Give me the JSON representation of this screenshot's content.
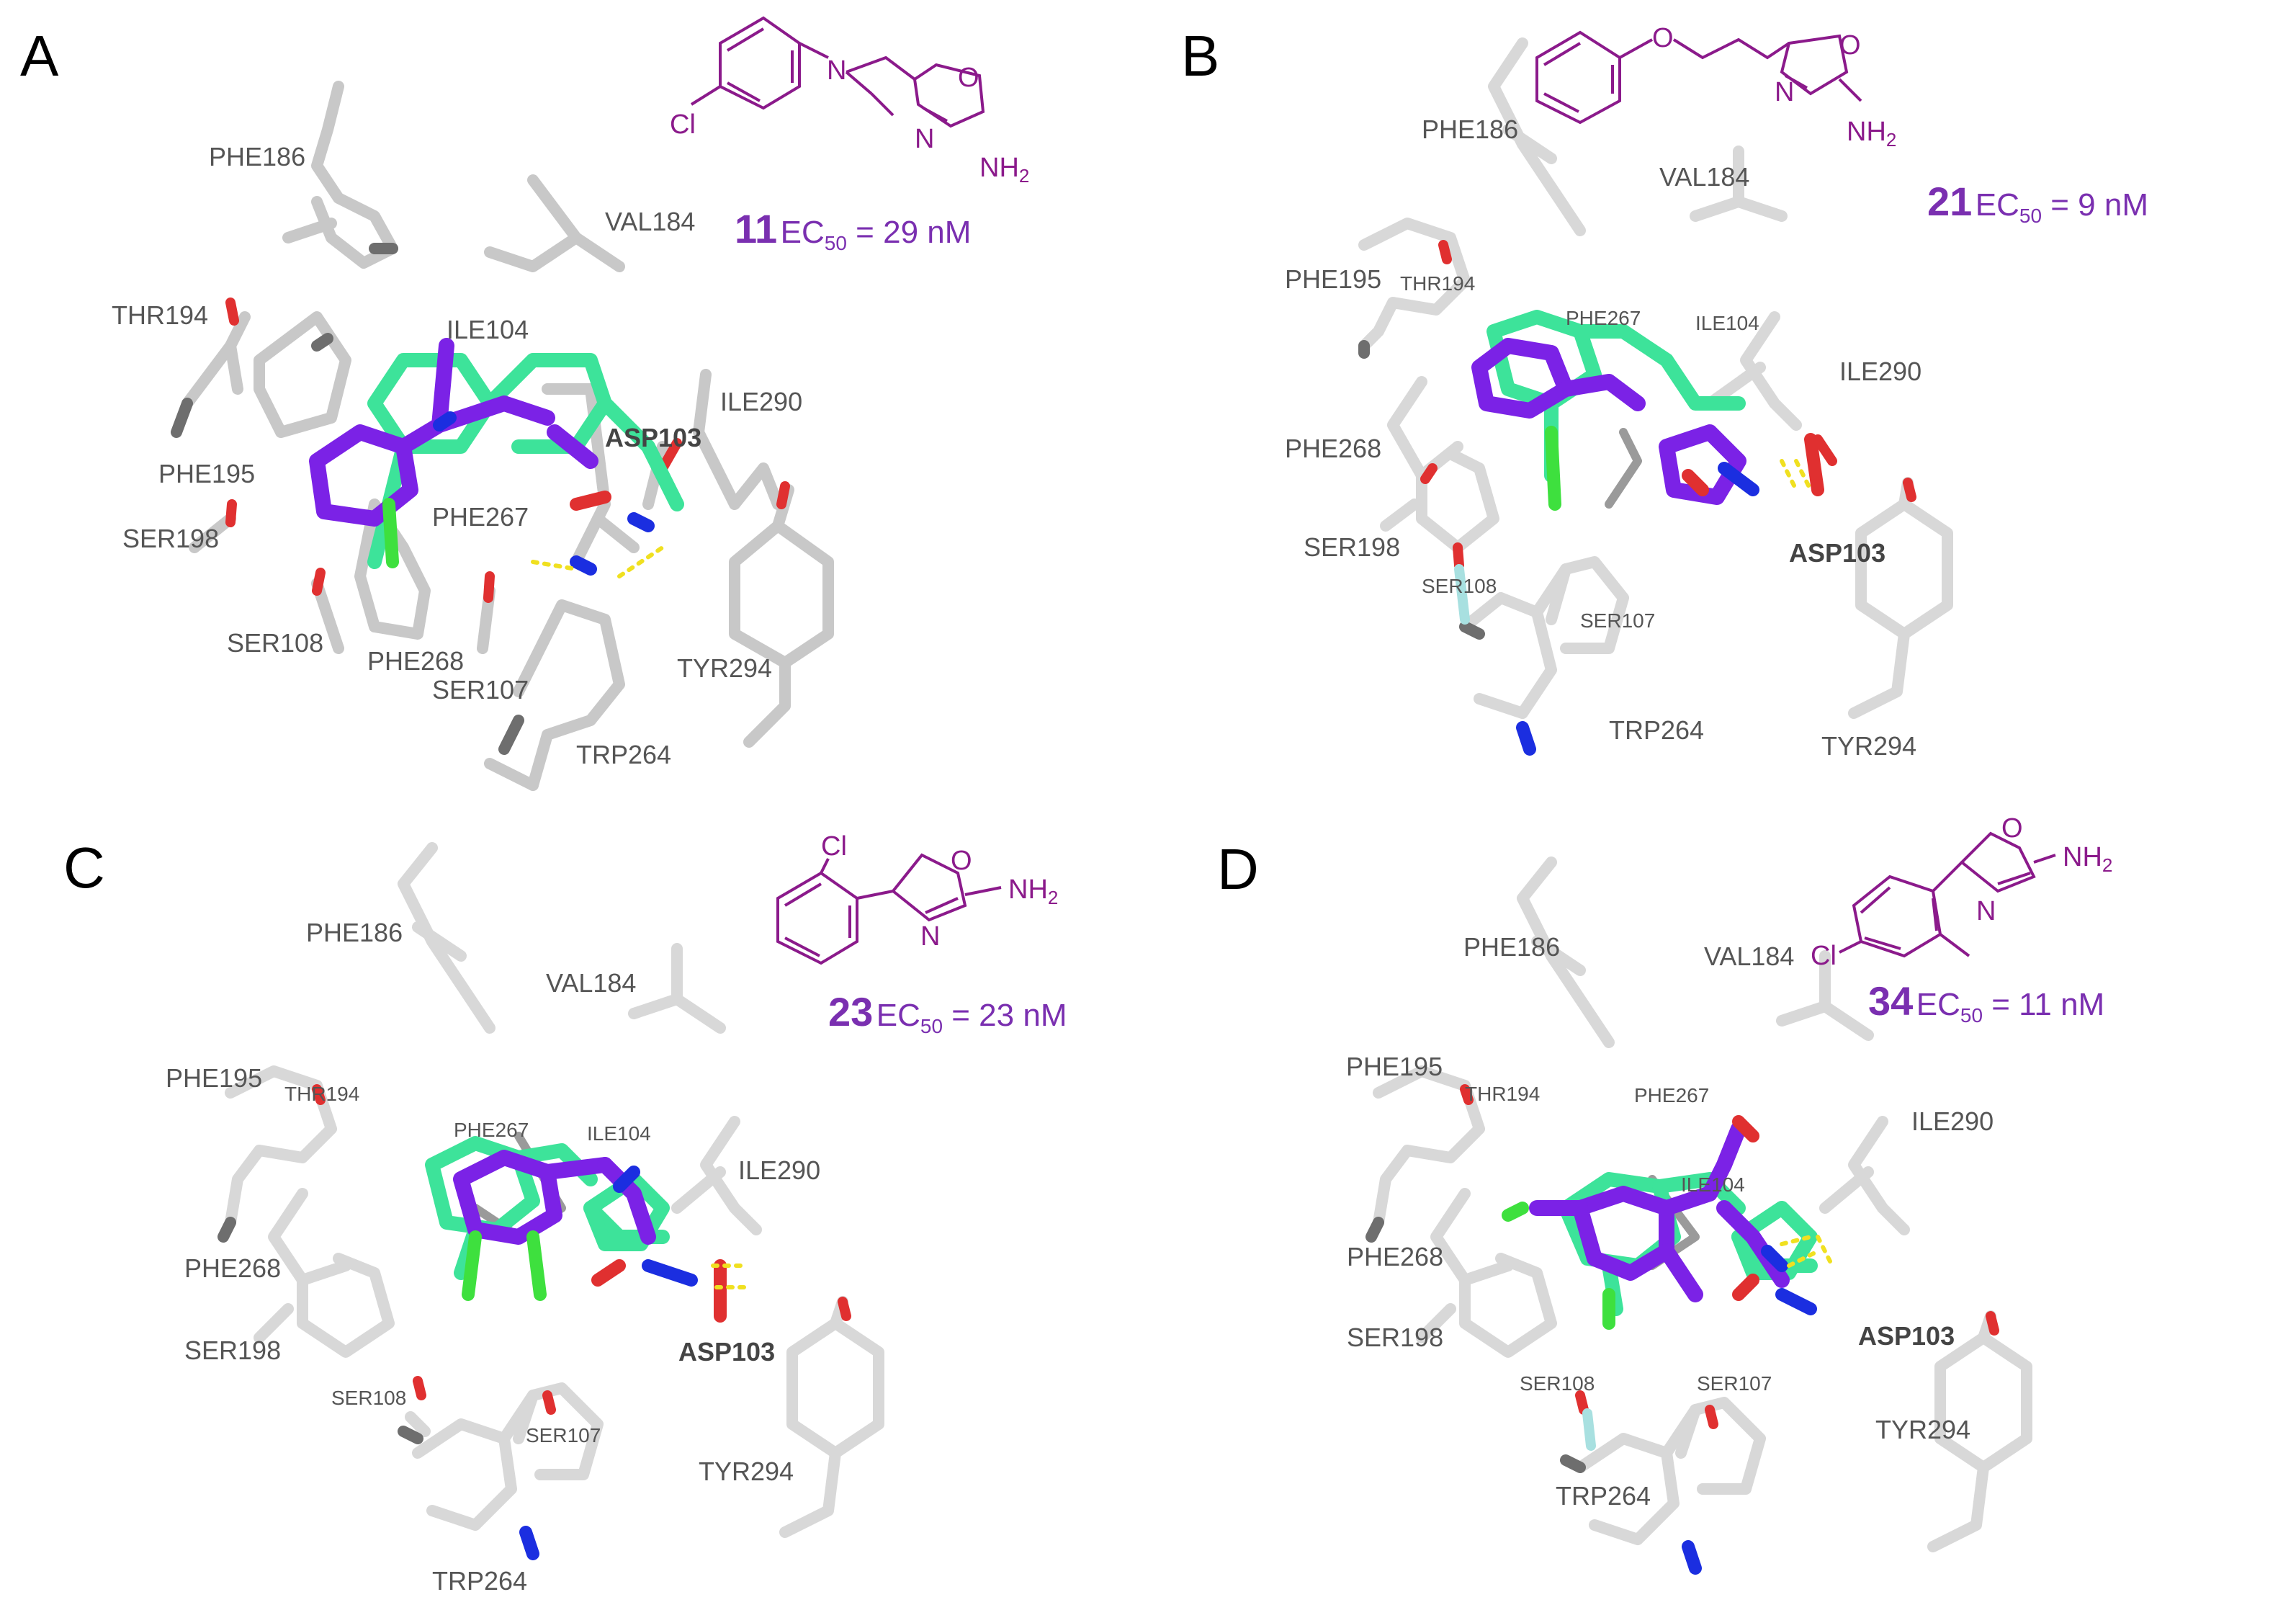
{
  "panels": [
    {
      "label": "A",
      "compound": {
        "number": "11",
        "ec_prefix": "EC",
        "ec_sub": "50",
        "ec_value": "= 29 nM"
      },
      "atoms": {
        "cl": "Cl",
        "n": "N",
        "o": "O",
        "n2": "N",
        "nh2": "NH",
        "nh2_sub": "2"
      },
      "residues": {
        "phe186": "PHE186",
        "val184": "VAL184",
        "thr194": "THR194",
        "ile104": "ILE104",
        "asp103": "ASP103",
        "ile290": "ILE290",
        "phe195": "PHE195",
        "phe267": "PHE267",
        "ser198": "SER198",
        "ser108": "SER108",
        "phe268": "PHE268",
        "ser107": "SER107",
        "tyr294": "TYR294",
        "trp264": "TRP264"
      }
    },
    {
      "label": "B",
      "compound": {
        "number": "21",
        "ec_prefix": "EC",
        "ec_sub": "50",
        "ec_value": "= 9 nM"
      },
      "atoms": {
        "o": "O",
        "o2": "O",
        "n": "N",
        "nh2": "NH",
        "nh2_sub": "2"
      },
      "residues": {
        "phe186": "PHE186",
        "val184": "VAL184",
        "phe195": "PHE195",
        "thr194": "THR194",
        "phe267": "PHE267",
        "ile104": "ILE104",
        "ile290": "ILE290",
        "phe268": "PHE268",
        "ser198": "SER198",
        "ser108": "SER108",
        "ser107": "SER107",
        "asp103": "ASP103",
        "trp264": "TRP264",
        "tyr294": "TYR294"
      }
    },
    {
      "label": "C",
      "compound": {
        "number": "23",
        "ec_prefix": "EC",
        "ec_sub": "50",
        "ec_value": "= 23 nM"
      },
      "atoms": {
        "cl": "Cl",
        "o": "O",
        "n": "N",
        "nh2": "NH",
        "nh2_sub": "2"
      },
      "residues": {
        "phe186": "PHE186",
        "val184": "VAL184",
        "phe195": "PHE195",
        "thr194": "THR194",
        "phe267": "PHE267",
        "ile104": "ILE104",
        "ile290": "ILE290",
        "phe268": "PHE268",
        "ser198": "SER198",
        "asp103": "ASP103",
        "ser108": "SER108",
        "ser107": "SER107",
        "tyr294": "TYR294",
        "trp264": "TRP264"
      }
    },
    {
      "label": "D",
      "compound": {
        "number": "34",
        "ec_prefix": "EC",
        "ec_sub": "50",
        "ec_value": "= 11 nM"
      },
      "atoms": {
        "cl": "Cl",
        "o": "O",
        "n": "N",
        "nh2": "NH",
        "nh2_sub": "2"
      },
      "residues": {
        "phe186": "PHE186",
        "val184": "VAL184",
        "phe195": "PHE195",
        "thr194": "THR194",
        "phe267": "PHE267",
        "ile104": "ILE104",
        "ile290": "ILE290",
        "phe268": "PHE268",
        "ser198": "SER198",
        "asp103": "ASP103",
        "ser108": "SER108",
        "ser107": "SER107",
        "tyr294": "TYR294",
        "trp264": "TRP264"
      }
    }
  ],
  "colors": {
    "protein": "#c8c8c8",
    "protein_dark": "#6e6e6e",
    "ligand_purple": "#7b22e6",
    "ligand_green": "#3de39a",
    "nitrogen": "#1b2ee0",
    "oxygen": "#e03030",
    "chlorine": "#3ee03e",
    "hbond": "#f0e020",
    "structure": "#8b1a8b"
  }
}
